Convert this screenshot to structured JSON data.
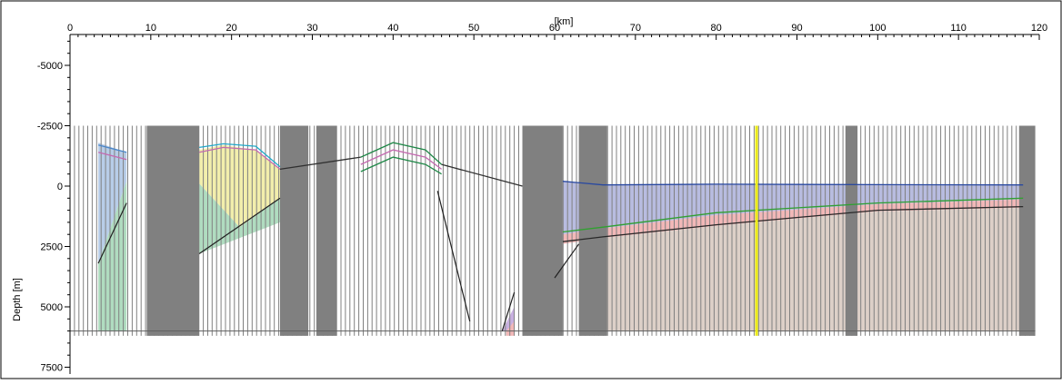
{
  "chart_data": {
    "type": "cross-section",
    "x_unit_label": "[km]",
    "ylabel": "Depth [m]",
    "xlim": [
      0,
      120
    ],
    "ylim": [
      -6000,
      8000
    ],
    "x_ticks": [
      0,
      10,
      20,
      30,
      40,
      50,
      60,
      70,
      80,
      90,
      100,
      110,
      120
    ],
    "y_ticks": [
      -5000,
      -2500,
      0,
      2500,
      5000,
      7500
    ],
    "y_tick_labels": [
      "-5000",
      "-2500",
      "0",
      "2500",
      "5000",
      "7500"
    ],
    "grid": false,
    "trace_range": {
      "top": -2500,
      "bottom": 6200,
      "x_start": 0,
      "x_end": 119.5
    },
    "layers": [
      {
        "color": "#b8cde8",
        "points": [
          [
            3.5,
            -1800
          ],
          [
            7,
            -1400
          ],
          [
            7,
            -200
          ],
          [
            3.5,
            3200
          ]
        ]
      },
      {
        "color": "#b0dcc0",
        "points": [
          [
            3.5,
            3200
          ],
          [
            7,
            -200
          ],
          [
            7,
            6000
          ],
          [
            3.5,
            6000
          ]
        ]
      },
      {
        "color": "#f2eeac",
        "points": [
          [
            16,
            -1500
          ],
          [
            19,
            -1700
          ],
          [
            23,
            -1500
          ],
          [
            26,
            -700
          ],
          [
            26,
            500
          ],
          [
            21,
            1700
          ],
          [
            16,
            -100
          ]
        ]
      },
      {
        "color": "#b0dcc0",
        "points": [
          [
            16,
            -100
          ],
          [
            21,
            1700
          ],
          [
            26,
            500
          ],
          [
            26,
            1500
          ],
          [
            16,
            2800
          ]
        ]
      },
      {
        "color": "#b8bce0",
        "points": [
          [
            61,
            -200
          ],
          [
            66,
            -50
          ],
          [
            80,
            -80
          ],
          [
            100,
            -60
          ],
          [
            118,
            -50
          ],
          [
            118,
            550
          ],
          [
            100,
            750
          ],
          [
            80,
            1200
          ],
          [
            66,
            1750
          ],
          [
            61,
            2000
          ]
        ]
      },
      {
        "color": "#f2b8b8",
        "points": [
          [
            61,
            2000
          ],
          [
            66,
            1750
          ],
          [
            80,
            1200
          ],
          [
            100,
            750
          ],
          [
            118,
            550
          ],
          [
            118,
            900
          ],
          [
            100,
            1050
          ],
          [
            80,
            1650
          ],
          [
            66,
            2150
          ],
          [
            61,
            2400
          ]
        ]
      },
      {
        "color": "#f2b8b8",
        "points": [
          [
            58,
            2000
          ],
          [
            61,
            2400
          ],
          [
            61,
            5000
          ],
          [
            58,
            5600
          ]
        ]
      },
      {
        "color": "#ddd0c8",
        "points": [
          [
            66,
            2150
          ],
          [
            80,
            1650
          ],
          [
            100,
            1050
          ],
          [
            118,
            900
          ],
          [
            118,
            6000
          ],
          [
            66,
            6000
          ]
        ]
      },
      {
        "color": "#c8b0e0",
        "points": [
          [
            53.5,
            6000
          ],
          [
            55,
            5000
          ],
          [
            55,
            6000
          ]
        ]
      },
      {
        "color": "#f2b8b8",
        "points": [
          [
            54,
            6000
          ],
          [
            55,
            5600
          ],
          [
            55,
            6200
          ],
          [
            54,
            6200
          ]
        ]
      }
    ],
    "horizons": [
      {
        "color": "#4a86c8",
        "points": [
          [
            3.5,
            -1700
          ],
          [
            7,
            -1400
          ]
        ]
      },
      {
        "color": "#c46ab0",
        "points": [
          [
            3.5,
            -1400
          ],
          [
            7,
            -1100
          ]
        ]
      },
      {
        "color": "#20a8c8",
        "points": [
          [
            16,
            -1600
          ],
          [
            19,
            -1750
          ],
          [
            23,
            -1650
          ],
          [
            26,
            -800
          ]
        ]
      },
      {
        "color": "#c46ab0",
        "points": [
          [
            16,
            -1400
          ],
          [
            19,
            -1600
          ],
          [
            23,
            -1500
          ],
          [
            26,
            -700
          ]
        ]
      },
      {
        "color": "#208848",
        "points": [
          [
            36,
            -1200
          ],
          [
            40,
            -1800
          ],
          [
            44,
            -1500
          ],
          [
            46,
            -900
          ]
        ]
      },
      {
        "color": "#c46ab0",
        "points": [
          [
            36,
            -900
          ],
          [
            40,
            -1500
          ],
          [
            44,
            -1200
          ],
          [
            46,
            -700
          ]
        ]
      },
      {
        "color": "#208848",
        "points": [
          [
            36,
            -600
          ],
          [
            40,
            -1200
          ],
          [
            44,
            -900
          ],
          [
            46,
            -500
          ]
        ]
      },
      {
        "color": "#2848a0",
        "points": [
          [
            61,
            -200
          ],
          [
            66,
            -50
          ],
          [
            80,
            -80
          ],
          [
            100,
            -60
          ],
          [
            118,
            -50
          ]
        ]
      },
      {
        "color": "#30a030",
        "points": [
          [
            61,
            1900
          ],
          [
            66,
            1700
          ],
          [
            80,
            1100
          ],
          [
            100,
            700
          ],
          [
            118,
            500
          ]
        ]
      },
      {
        "color": "#282828",
        "points": [
          [
            61,
            2300
          ],
          [
            66,
            2100
          ],
          [
            80,
            1600
          ],
          [
            100,
            1000
          ],
          [
            118,
            850
          ]
        ]
      },
      {
        "color": "#303030",
        "points": [
          [
            46,
            -900
          ],
          [
            56,
            0
          ]
        ]
      },
      {
        "color": "#303030",
        "points": [
          [
            26,
            -700
          ],
          [
            36,
            -1200
          ]
        ]
      }
    ],
    "faults": [
      {
        "points": [
          [
            3.5,
            3200
          ],
          [
            7,
            700
          ]
        ]
      },
      {
        "points": [
          [
            16,
            2800
          ],
          [
            26,
            500
          ]
        ]
      },
      {
        "points": [
          [
            45.5,
            200
          ],
          [
            49.5,
            5600
          ]
        ]
      },
      {
        "points": [
          [
            53.5,
            6000
          ],
          [
            55,
            4400
          ]
        ]
      },
      {
        "points": [
          [
            60,
            3800
          ],
          [
            63,
            2400
          ]
        ]
      }
    ],
    "marker_line": {
      "x": 85,
      "color": "#ecec18"
    },
    "dense_blocks": [
      [
        9.5,
        16
      ],
      [
        26,
        29.5
      ],
      [
        30.5,
        33
      ],
      [
        56,
        61
      ],
      [
        63,
        66.5
      ],
      [
        96,
        97.5
      ],
      [
        117.5,
        119.5
      ]
    ]
  }
}
